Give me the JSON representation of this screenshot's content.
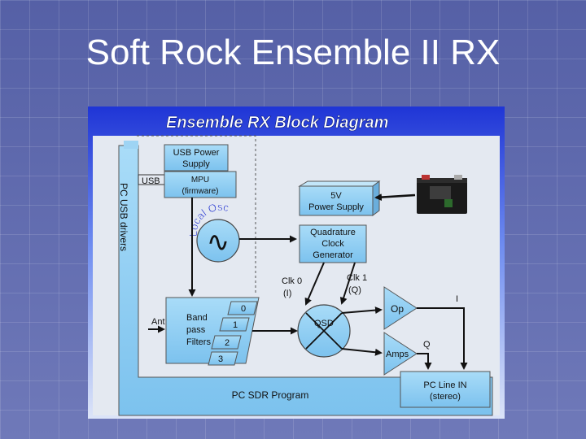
{
  "slide": {
    "title": "Soft Rock Ensemble II RX"
  },
  "diagram": {
    "title": "Ensemble RX Block Diagram",
    "pc_usb_drivers": "PC USB drivers",
    "usb_label": "USB",
    "usb_power_supply": [
      "USB Power",
      "Supply"
    ],
    "mpu": [
      "MPU",
      "(firmware)"
    ],
    "local_osc": "Local Osc",
    "local_osc_symbol": "∿",
    "power_supply": [
      "5V",
      "Power Supply"
    ],
    "qclock": [
      "Quadrature",
      "Clock",
      "Generator"
    ],
    "clk0": [
      "Clk 0",
      "(I)"
    ],
    "clk1": [
      "Clk 1",
      "(Q)"
    ],
    "ant": "Ant",
    "bpf": [
      "Band",
      "pass",
      "Filters"
    ],
    "filter_numbers": [
      "0",
      "1",
      "2",
      "3"
    ],
    "qsd": "QSD",
    "op": "Op",
    "amps": "Amps",
    "i_label": "I",
    "q_label": "Q",
    "pc_sdr": "PC SDR Program",
    "line_in": [
      "PC Line IN",
      "(stereo)"
    ],
    "colors": {
      "frame": "#2a3fd6",
      "panel": "#e3e9f2",
      "box": "#8ecdf2",
      "accent": "#0a2a9a"
    }
  }
}
